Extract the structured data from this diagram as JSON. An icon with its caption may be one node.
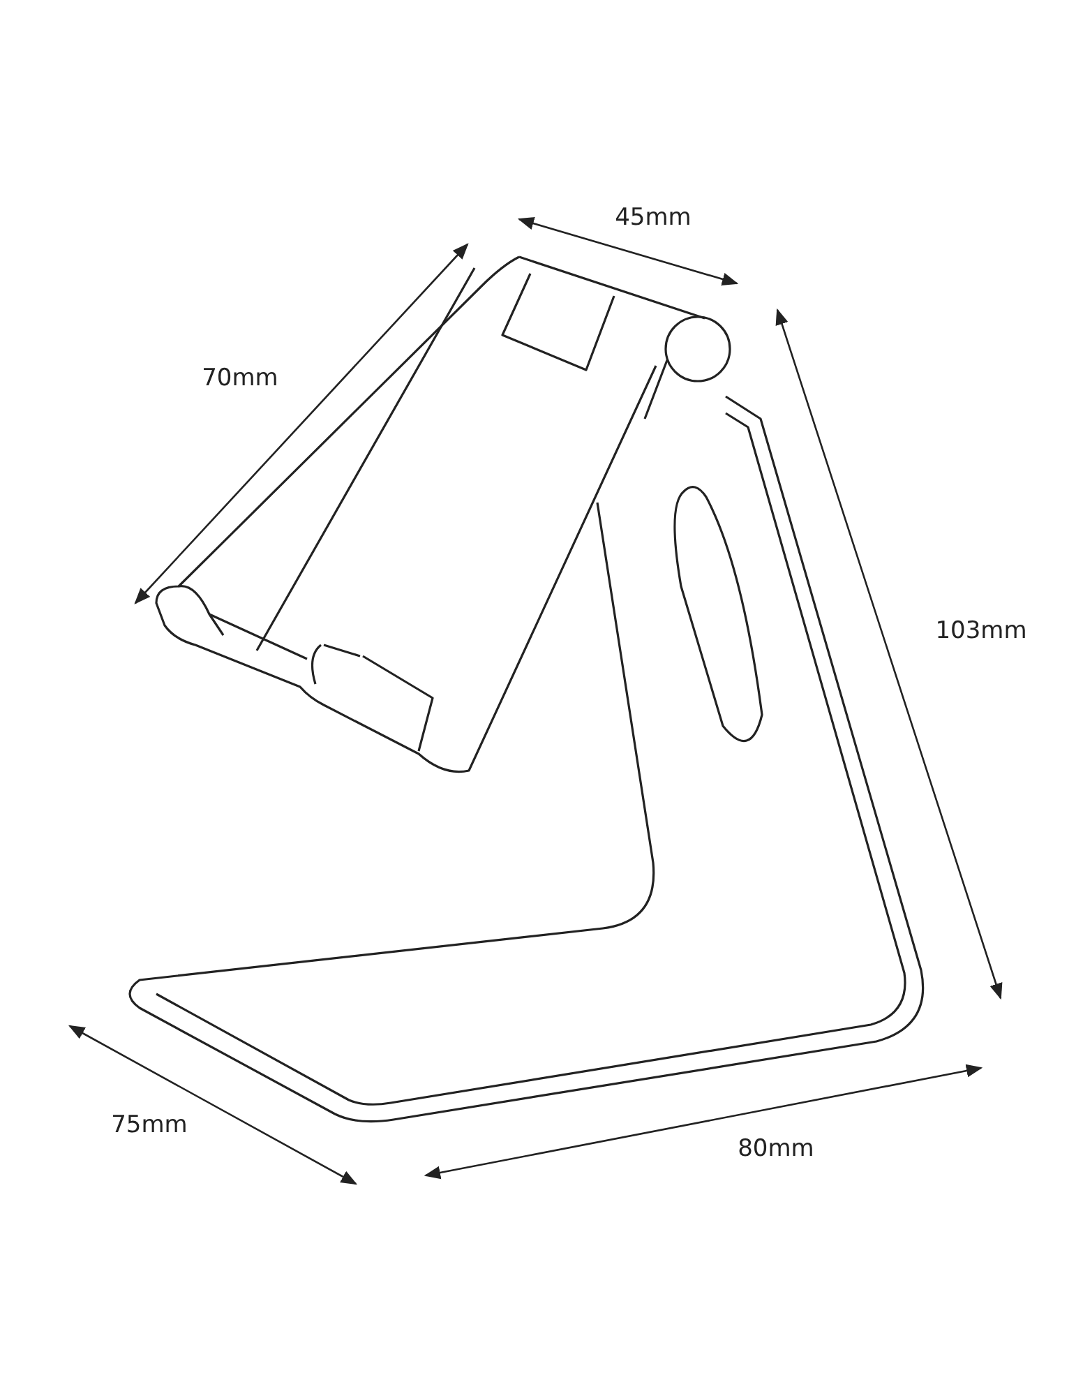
{
  "diagram": {
    "labels": [
      "45mm",
      "70mm",
      "103mm",
      "75mm",
      "80mm"
    ]
  }
}
